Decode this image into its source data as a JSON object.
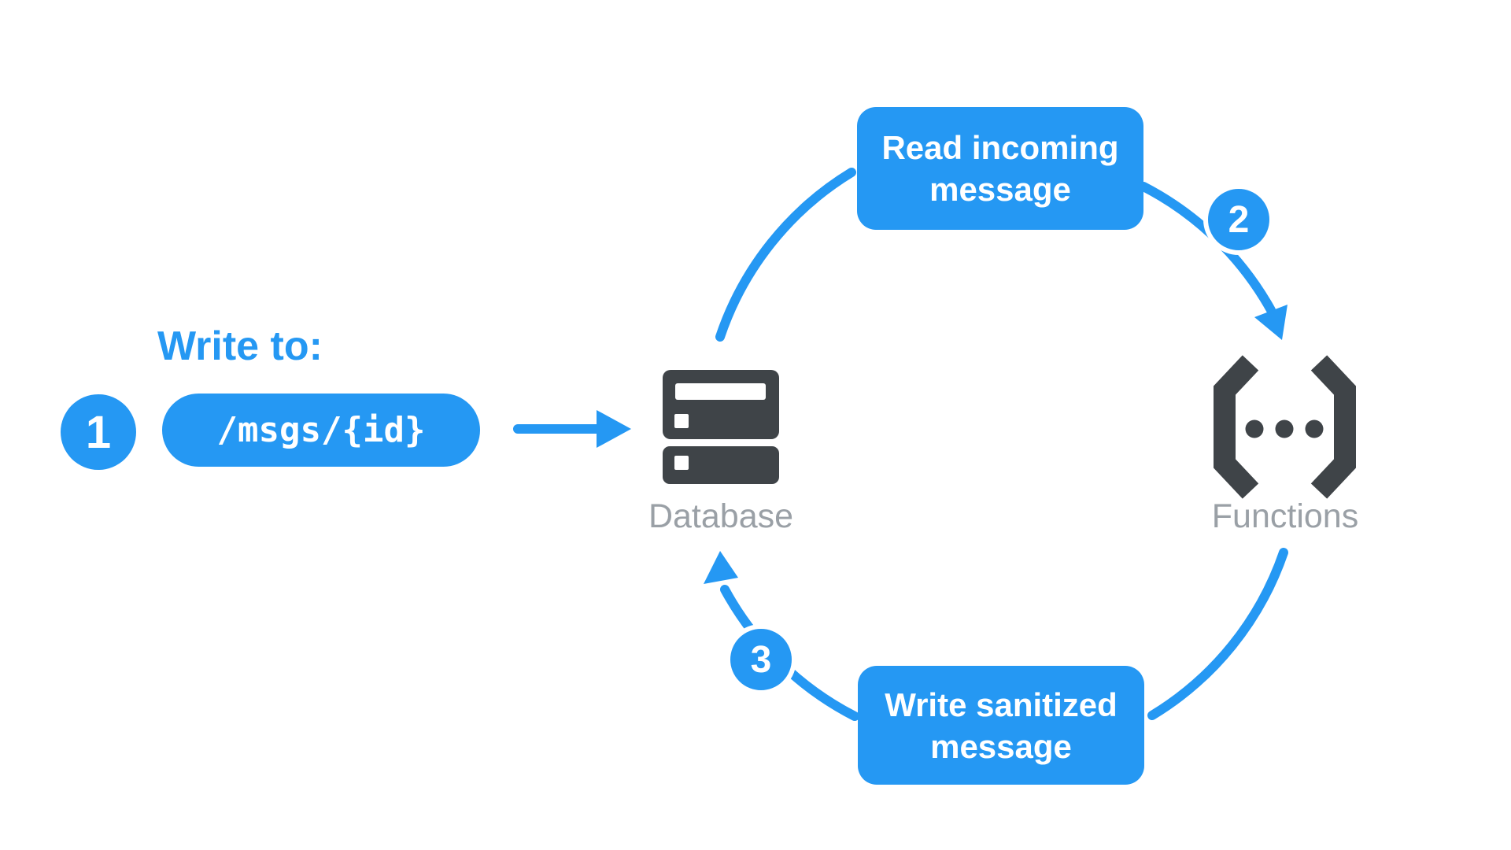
{
  "step1": {
    "number": "1",
    "label": "Write to:",
    "path": "/msgs/{id}"
  },
  "nodes": {
    "database": "Database",
    "functions": "Functions"
  },
  "flow": {
    "step2": "2",
    "step3": "3",
    "read_box": {
      "line1": "Read incoming",
      "line2": "message"
    },
    "write_box": {
      "line1": "Write sanitized",
      "line2": "message"
    }
  },
  "colors": {
    "accent_blue": "#2598F3",
    "icon_dark": "#3F4448",
    "label_gray": "#9AA0A6",
    "text_on_blue": "#FFFFFF",
    "background": "#FFFFFF"
  }
}
